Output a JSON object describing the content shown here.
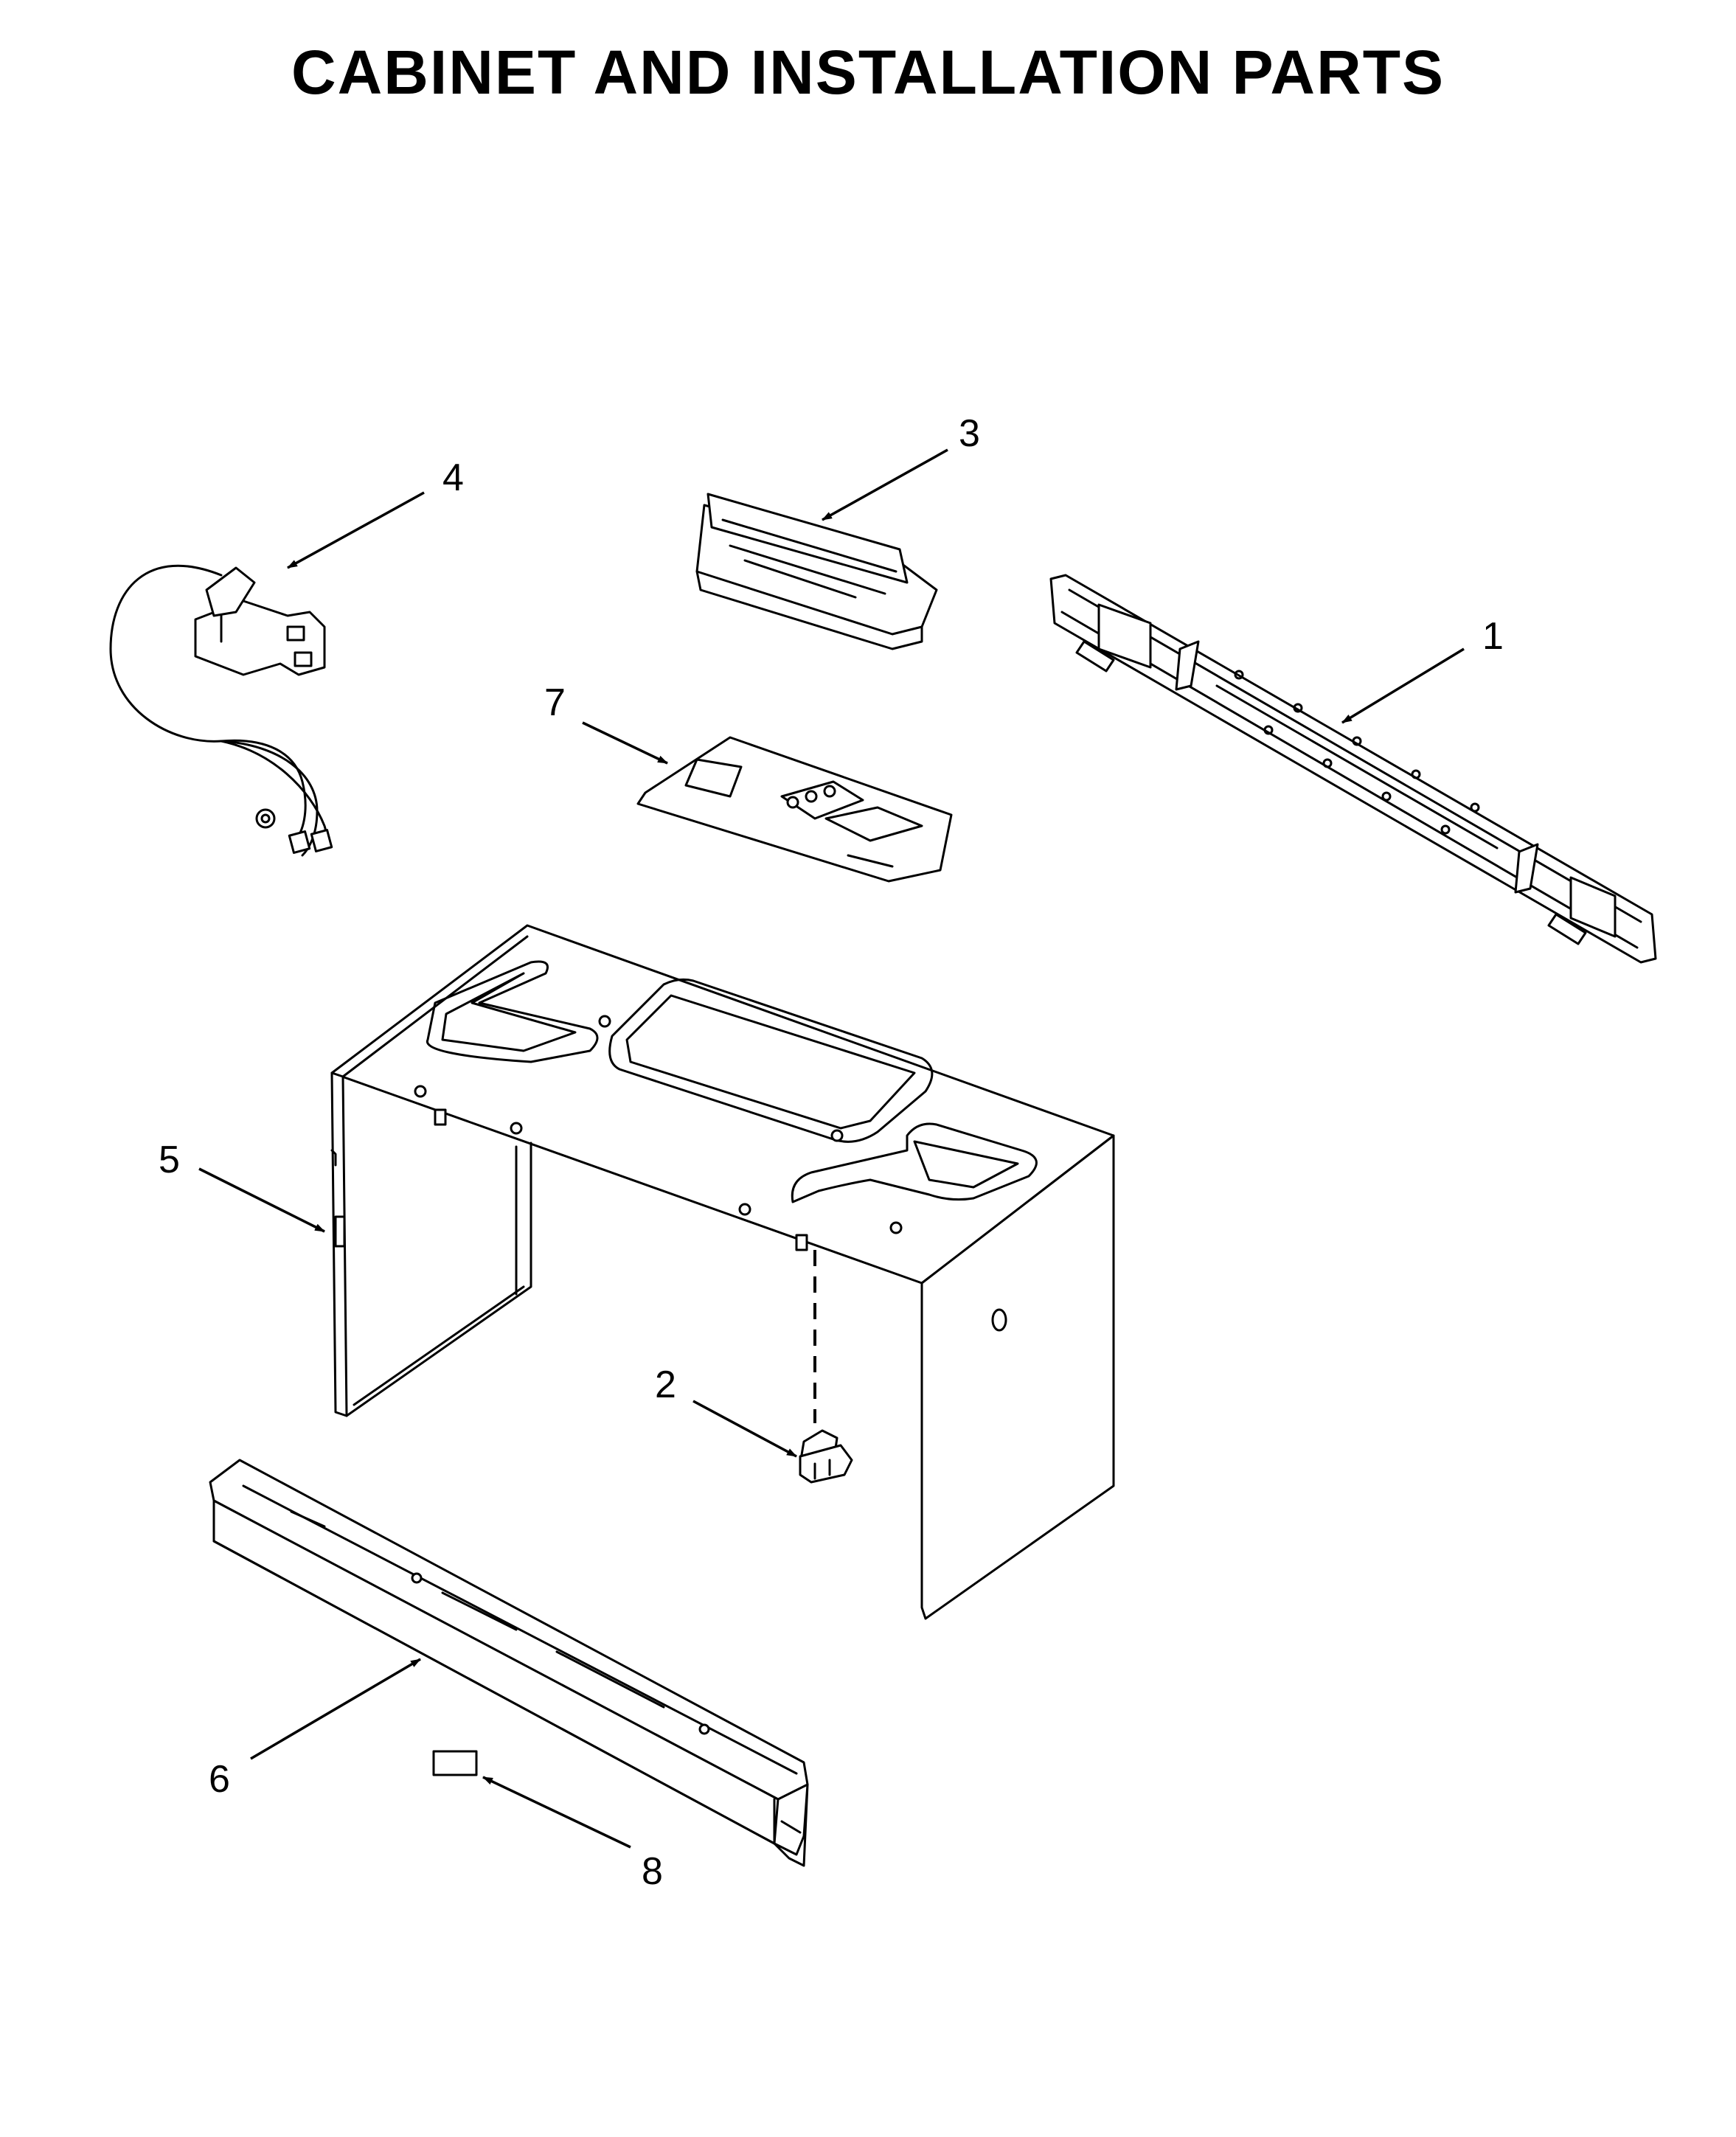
{
  "title": "CABINET AND INSTALLATION PARTS",
  "callouts": {
    "part_1": "1",
    "part_2": "2",
    "part_3": "3",
    "part_4": "4",
    "part_5": "5",
    "part_6": "6",
    "part_7": "7",
    "part_8": "8"
  }
}
